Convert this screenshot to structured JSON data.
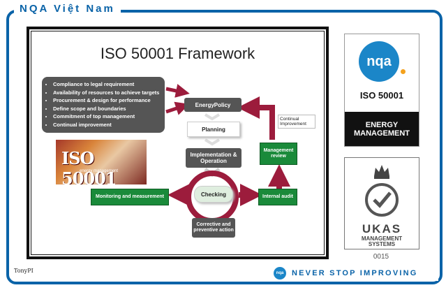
{
  "brand": "NQA Việt Nam",
  "slide": {
    "title": "ISO 50001 Framework",
    "requirements": [
      "Compliance to legal requirement",
      "Availability of resources to achieve targets",
      "Procurement & design for performance",
      "Define scope and boundaries",
      "Commitment of top management",
      "Continual improvement"
    ],
    "image_text": "ISO 50001",
    "image_subtext": "energy management",
    "energy_policy": "EnergyPolicy",
    "planning": "Planning",
    "implementation": "Implementation & Operation",
    "checking": "Checking",
    "monitoring": "Monitoring and measurement",
    "corrective": "Corrective and preventive action",
    "internal_audit": "Internal audit",
    "management_review": "Management review",
    "continual_improvement": "Continual Improvement"
  },
  "nqa_badge": {
    "logo": "nqa",
    "standard": "ISO 50001",
    "line1": "ENERGY",
    "line2": "MANAGEMENT"
  },
  "ukas_badge": {
    "name": "UKAS",
    "line1": "MANAGEMENT",
    "line2": "SYSTEMS",
    "number": "0015"
  },
  "author": "TonyPI",
  "footer": {
    "logo": "nqa",
    "slogan": "NEVER STOP IMPROVING"
  },
  "colors": {
    "brand_blue": "#0a63a8",
    "arrow_maroon": "#9c1c3c",
    "box_green": "#1a8a3a",
    "box_grey": "#555555"
  }
}
